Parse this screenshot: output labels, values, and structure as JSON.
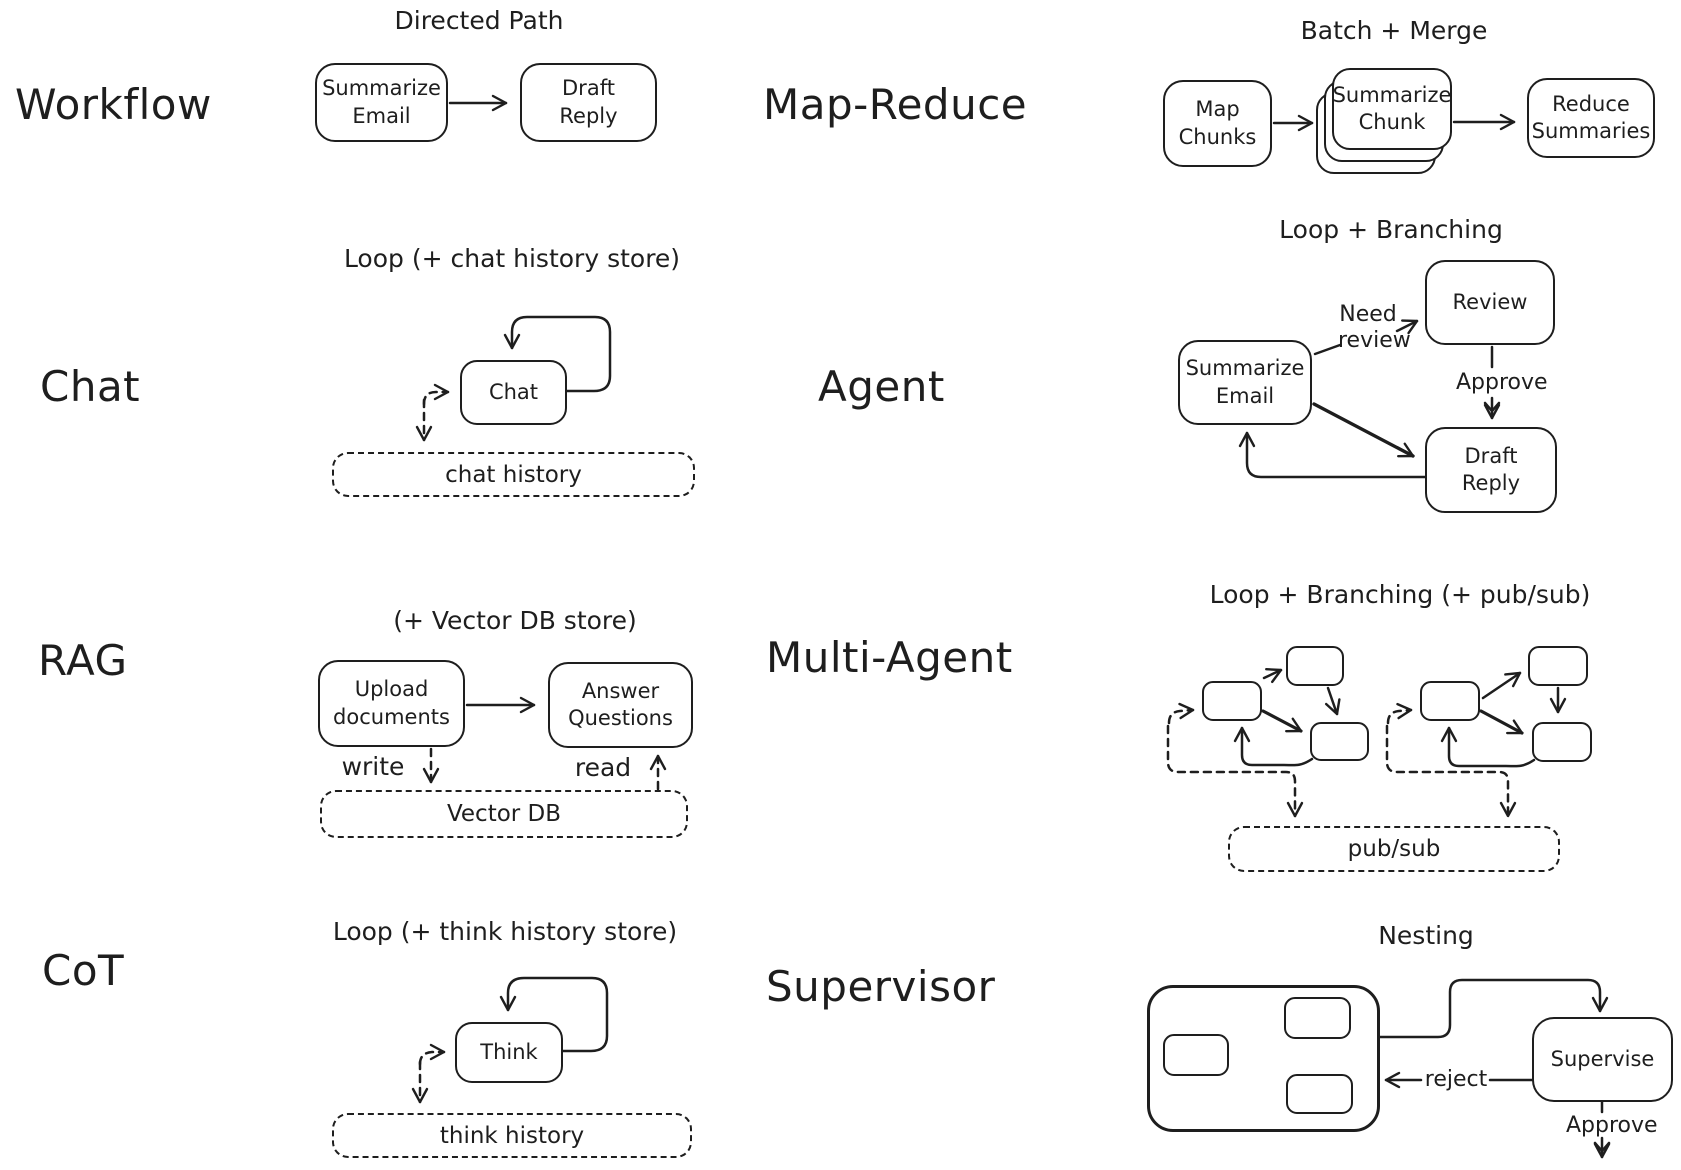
{
  "palette": {
    "ink": "#1e1e1e",
    "background": "#ffffff"
  },
  "diagram": {
    "workflow": {
      "label": "Workflow",
      "title": "Directed Path",
      "node_a": "Summarize\nEmail",
      "node_b": "Draft\nReply"
    },
    "map_reduce": {
      "label": "Map-Reduce",
      "title": "Batch + Merge",
      "node_a": "Map\nChunks",
      "node_b": "Summarize\nChunk",
      "node_c": "Reduce\nSummaries"
    },
    "chat": {
      "label": "Chat",
      "title": "Loop (+ chat history store)",
      "node_a": "Chat",
      "store": "chat history"
    },
    "agent": {
      "label": "Agent",
      "title": "Loop + Branching",
      "node_a": "Summarize\nEmail",
      "node_b": "Review",
      "node_c": "Draft\nReply",
      "edge_need_review": "Need\nreview",
      "edge_approve": "Approve"
    },
    "rag": {
      "label": "RAG",
      "title": "(+ Vector DB store)",
      "node_a": "Upload\ndocuments",
      "node_b": "Answer\nQuestions",
      "store": "Vector DB",
      "edge_write": "write",
      "edge_read": "read"
    },
    "multi_agent": {
      "label": "Multi-Agent",
      "title": "Loop + Branching (+ pub/sub)",
      "store": "pub/sub"
    },
    "cot": {
      "label": "CoT",
      "title": "Loop (+ think history store)",
      "node_a": "Think",
      "store": "think history"
    },
    "supervisor": {
      "label": "Supervisor",
      "title": "Nesting",
      "node_a": "Supervise",
      "edge_reject": "reject",
      "edge_approve": "Approve"
    }
  }
}
